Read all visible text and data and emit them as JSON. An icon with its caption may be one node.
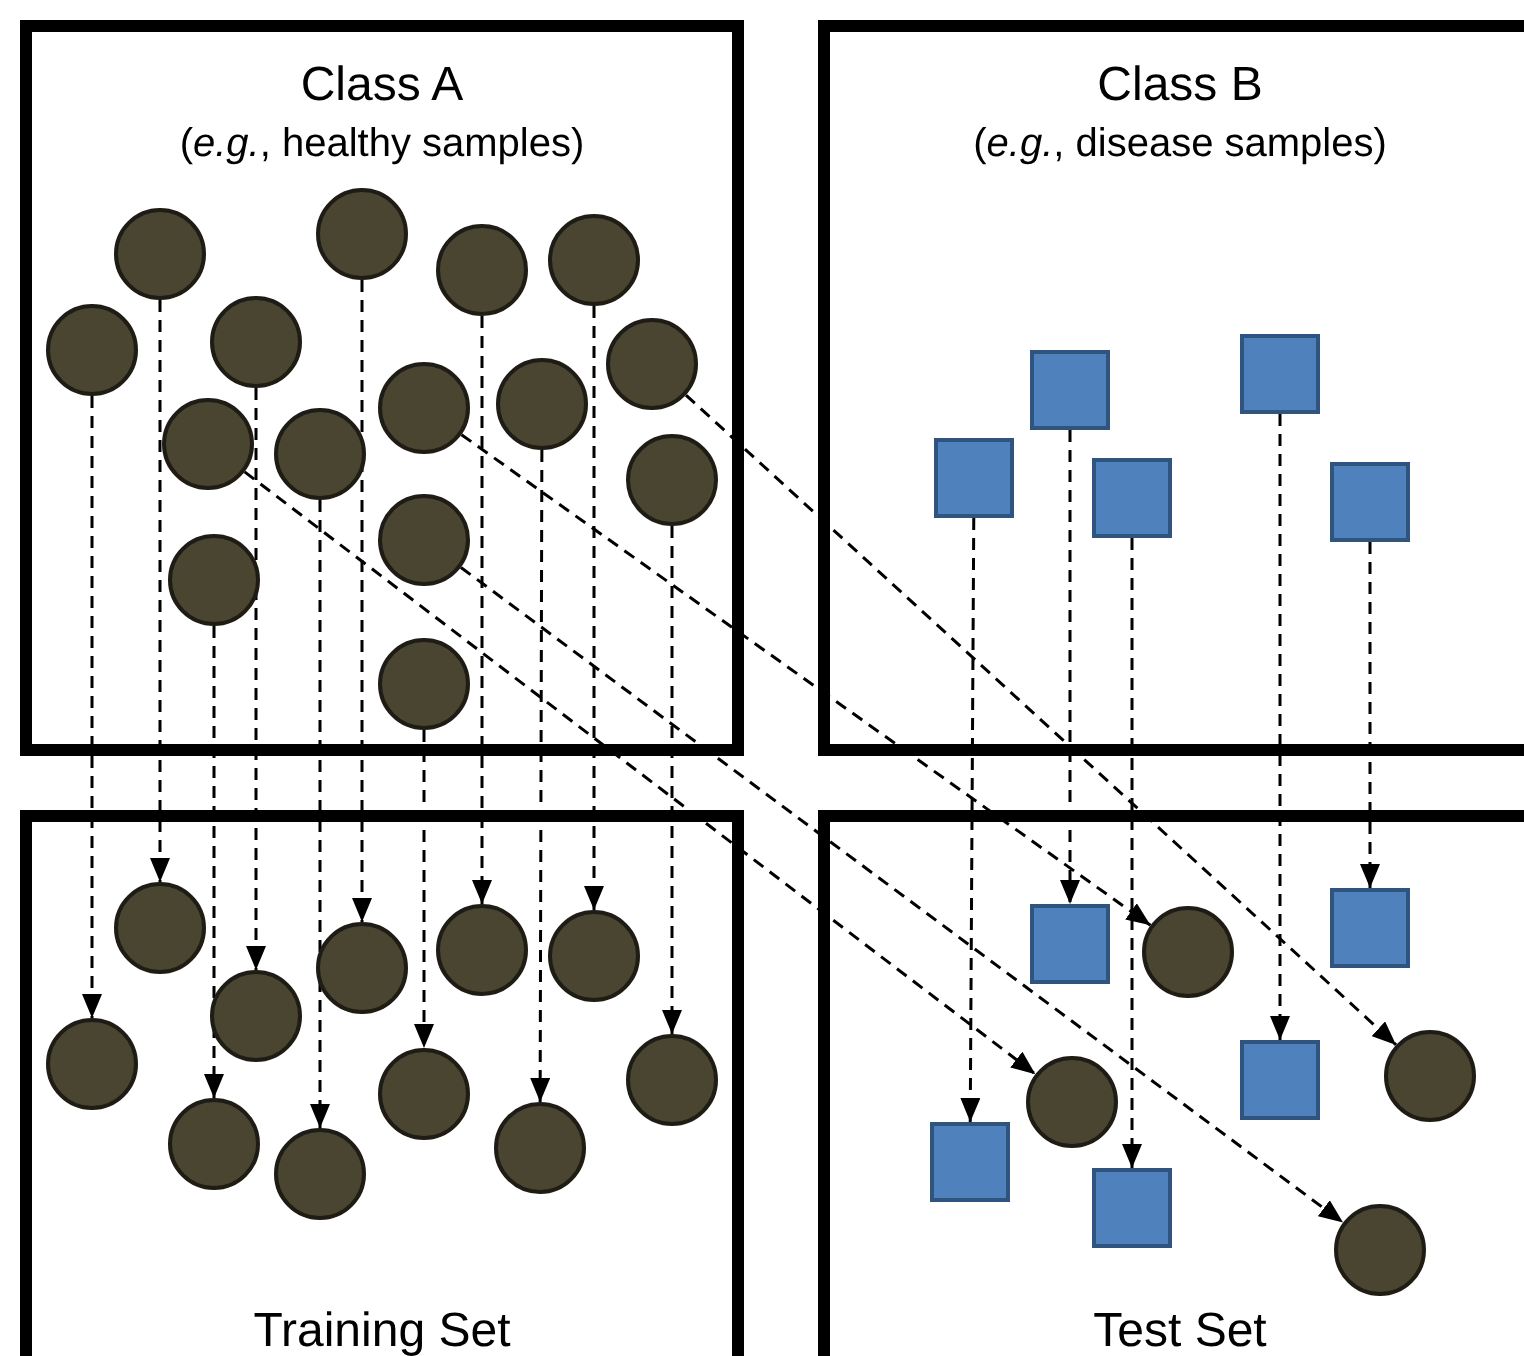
{
  "diagram": {
    "nodes": [
      {
        "text": [
          "Class A",
          "(*e.g.*, healthy samples)"
        ]
      },
      {
        "text": [],
        "shape": "circle",
        "in": 0
      },
      {
        "text": [],
        "shape": "circle",
        "in": 0
      },
      {
        "text": [],
        "shape": "circle",
        "in": 0
      },
      {
        "text": [],
        "shape": "circle",
        "in": 0
      },
      {
        "text": [],
        "shape": "circle",
        "in": 0
      },
      {
        "text": [],
        "shape": "circle",
        "in": 0
      },
      {
        "text": [],
        "shape": "circle",
        "in": 0
      },
      {
        "text": [],
        "shape": "circle",
        "in": 0
      },
      {
        "text": [],
        "shape": "circle",
        "in": 0
      },
      {
        "text": [],
        "shape": "circle",
        "in": 0
      },
      {
        "text": [],
        "shape": "circle",
        "in": 0
      },
      {
        "text": [],
        "shape": "circle",
        "in": 0
      },
      {
        "text": [],
        "shape": "circle",
        "in": 0
      },
      {
        "text": [],
        "shape": "circle",
        "in": 0
      },
      {
        "text": [],
        "shape": "circle",
        "in": 0
      },
      {
        "text": [
          "Class B",
          "(*e.g.*, disease samples)"
        ]
      },
      {
        "text": [],
        "shape": "box",
        "in": 16
      },
      {
        "text": [],
        "shape": "box",
        "in": 16
      },
      {
        "text": [],
        "shape": "box",
        "in": 16
      },
      {
        "text": [],
        "shape": "box",
        "in": 16
      },
      {
        "text": [],
        "shape": "box",
        "in": 16
      },
      {
        "text": [
          "Training Set"
        ]
      },
      {
        "text": [],
        "shape": "circle",
        "in": 22
      },
      {
        "text": [],
        "shape": "circle",
        "in": 22
      },
      {
        "text": [],
        "shape": "circle",
        "in": 22
      },
      {
        "text": [],
        "shape": "circle",
        "in": 22
      },
      {
        "text": [],
        "shape": "circle",
        "in": 22
      },
      {
        "text": [],
        "shape": "circle",
        "in": 22
      },
      {
        "text": [],
        "shape": "circle",
        "in": 22
      },
      {
        "text": [],
        "shape": "circle",
        "in": 22
      },
      {
        "text": [],
        "shape": "circle",
        "in": 22
      },
      {
        "text": [],
        "shape": "circle",
        "in": 22
      },
      {
        "text": [],
        "shape": "circle",
        "in": 22
      },
      {
        "text": [
          "Test Set"
        ]
      },
      {
        "text": [],
        "shape": "box",
        "in": 34
      },
      {
        "text": [],
        "shape": "box",
        "in": 34
      },
      {
        "text": [],
        "shape": "circle",
        "in": 34
      },
      {
        "text": [],
        "shape": "box",
        "in": 34
      },
      {
        "text": [],
        "shape": "circle",
        "in": 34
      },
      {
        "text": [],
        "shape": "circle",
        "in": 34
      },
      {
        "text": [],
        "shape": "box",
        "in": 34
      },
      {
        "text": [],
        "shape": "box",
        "in": 34
      },
      {
        "text": [],
        "shape": "circle",
        "in": 34
      }
    ],
    "edges": [
      {
        "from": 5,
        "to": 23,
        "arrow": "to",
        "style": "dashed"
      },
      {
        "from": 1,
        "to": 24,
        "arrow": "to",
        "style": "dashed"
      },
      {
        "from": 14,
        "to": 25,
        "arrow": "to",
        "style": "dashed"
      },
      {
        "from": 6,
        "to": 26,
        "arrow": "to",
        "style": "dashed"
      },
      {
        "from": 11,
        "to": 27,
        "arrow": "to",
        "style": "dashed"
      },
      {
        "from": 2,
        "to": 28,
        "arrow": "to",
        "style": "dashed"
      },
      {
        "from": 15,
        "to": 29,
        "arrow": "to",
        "style": "dashed"
      },
      {
        "from": 3,
        "to": 30,
        "arrow": "to",
        "style": "dashed"
      },
      {
        "from": 9,
        "to": 31,
        "arrow": "to",
        "style": "dashed"
      },
      {
        "from": 4,
        "to": 32,
        "arrow": "to",
        "style": "dashed"
      },
      {
        "from": 7,
        "to": 33,
        "arrow": "to",
        "style": "dashed"
      },
      {
        "from": 10,
        "to": 40,
        "arrow": "to",
        "style": "dashed"
      },
      {
        "from": 8,
        "to": 37,
        "arrow": "to",
        "style": "dashed"
      },
      {
        "from": 13,
        "to": 43,
        "arrow": "to",
        "style": "dashed"
      },
      {
        "from": 12,
        "to": 39,
        "arrow": "to",
        "style": "dashed"
      },
      {
        "from": 17,
        "to": 41,
        "arrow": "to",
        "style": "dashed"
      },
      {
        "from": 18,
        "to": 35,
        "arrow": "to",
        "style": "dashed"
      },
      {
        "from": 19,
        "to": 42,
        "arrow": "to",
        "style": "dashed"
      },
      {
        "from": 20,
        "to": 38,
        "arrow": "to",
        "style": "dashed"
      },
      {
        "from": 21,
        "to": 36,
        "arrow": "to",
        "style": "dashed"
      }
    ]
  }
}
